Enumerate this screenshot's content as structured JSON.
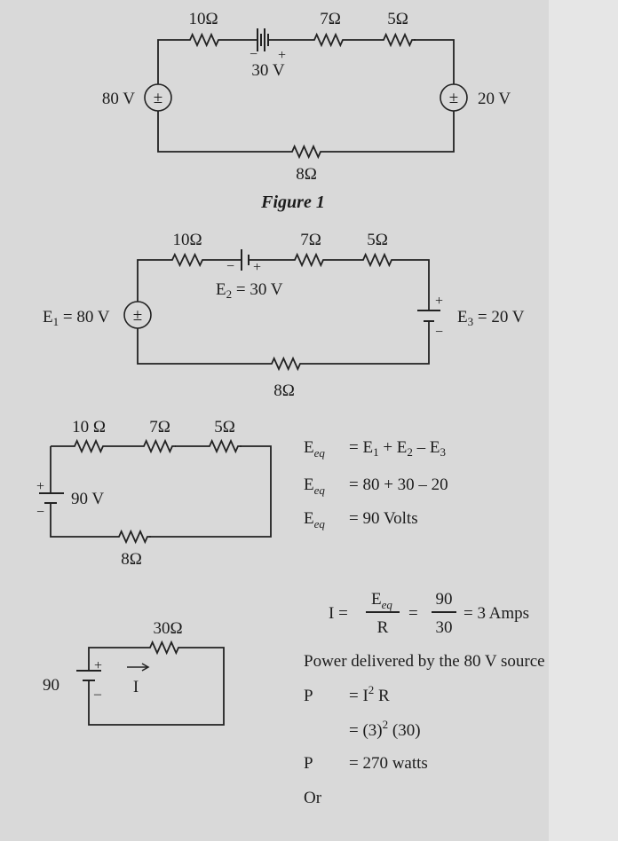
{
  "figure1": {
    "caption": "Figure 1",
    "r1": "10Ω",
    "r2": "7Ω",
    "r3": "5Ω",
    "r4": "8Ω",
    "battery": "30 V",
    "battery_minus": "−",
    "battery_plus": "+",
    "left_source": "80 V",
    "right_source": "20 V",
    "source_symbol": "±"
  },
  "figure2": {
    "r1": "10Ω",
    "r2": "7Ω",
    "r3": "5Ω",
    "r4": "8Ω",
    "e1": {
      "name": "E",
      "sub": "1",
      "value": " = 80 V"
    },
    "e2": {
      "name": "E",
      "sub": "2",
      "value": " = 30 V"
    },
    "e3": {
      "name": "E",
      "sub": "3",
      "value": " = 20 V"
    },
    "minus": "−",
    "plus": "+",
    "source_symbol": "±"
  },
  "figure3": {
    "r1": "10 Ω",
    "r2": "7Ω",
    "r3": "5Ω",
    "r4": "8Ω",
    "battery": "90 V",
    "plus": "+",
    "minus": "−"
  },
  "equations": {
    "eq": "E",
    "eq_sub": "eq",
    "line1": "= E",
    "line1_s1": "1",
    "line1_b": " + E",
    "line1_s2": "2",
    "line1_c": " – E",
    "line1_s3": "3",
    "line2": "=  80 + 30 – 20",
    "line3": "=  90 Volts"
  },
  "current": {
    "lhs": "I  =",
    "num": "E",
    "num_sub": "eq",
    "den": "R",
    "eq2": "=",
    "num2": "90",
    "den2": "30",
    "result": "=  3 Amps"
  },
  "figure4": {
    "resistor": "30Ω",
    "voltage": "90",
    "plus": "+",
    "minus": "–",
    "current_label": "I"
  },
  "power": {
    "heading": "Power delivered by the 80 V source",
    "p1_lhs": "P",
    "p1_rhs": "=  I",
    "p1_sup": "2",
    "p1_end": " R",
    "p2": "=  (3)",
    "p2_sup": "2",
    "p2_end": " (30)",
    "p3_lhs": "P",
    "p3_rhs": "=  270 watts",
    "or": "Or"
  }
}
